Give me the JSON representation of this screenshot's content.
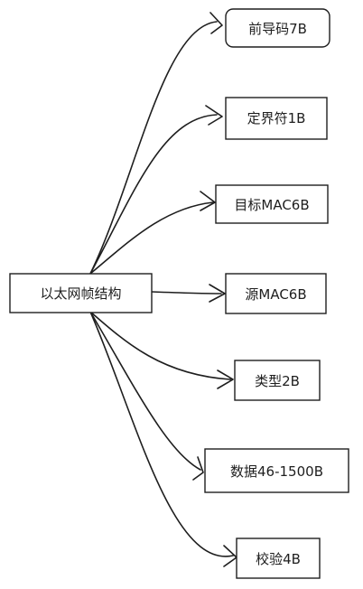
{
  "root": {
    "label": "以太网帧结构"
  },
  "children": [
    {
      "id": "preamble",
      "label": "前导码7B"
    },
    {
      "id": "sfd",
      "label": "定界符1B"
    },
    {
      "id": "dst-mac",
      "label": "目标MAC6B"
    },
    {
      "id": "src-mac",
      "label": "源MAC6B"
    },
    {
      "id": "type",
      "label": "类型2B"
    },
    {
      "id": "data",
      "label": "数据46-1500B"
    },
    {
      "id": "fcs",
      "label": "校验4B"
    }
  ]
}
